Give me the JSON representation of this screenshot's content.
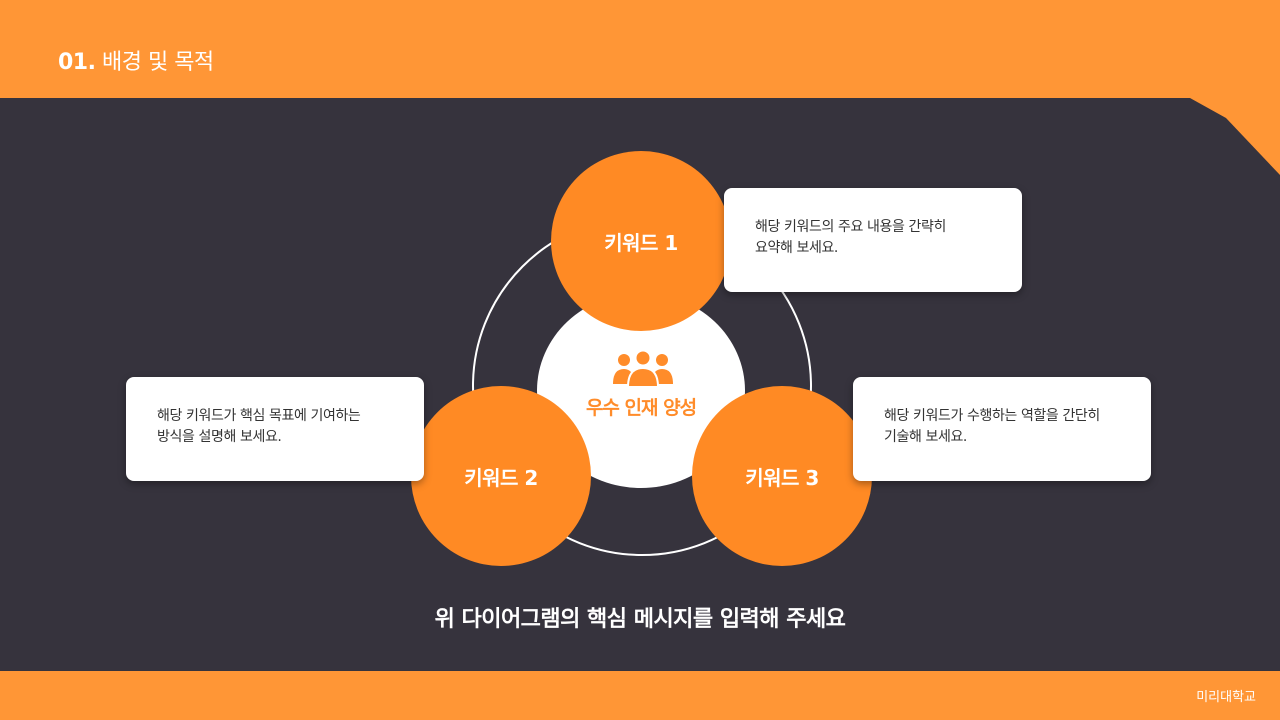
{
  "header": {
    "number": "01.",
    "title": "배경 및 목적"
  },
  "diagram": {
    "center": {
      "label": "우수 인재 양성",
      "icon": "people-group-icon"
    },
    "keywords": [
      {
        "label": "키워드 1",
        "description": [
          "해당 키워드의 주요 내용을 간략히",
          "요약해 보세요."
        ]
      },
      {
        "label": "키워드 2",
        "description": [
          "해당 키워드가 핵심 목표에 기여하는",
          "방식을 설명해 보세요."
        ]
      },
      {
        "label": "키워드 3",
        "description": [
          "해당 키워드가 수행하는 역할을 간단히",
          "기술해 보세요."
        ]
      }
    ]
  },
  "message": "위 다이어그램의 핵심 메시지를 입력해 주세요",
  "footer": {
    "school": "미리대학교"
  },
  "colors": {
    "accent": "#FF9636",
    "circle": "#FF8A24",
    "panel": "#36333D",
    "card": "#FFFFFF"
  }
}
